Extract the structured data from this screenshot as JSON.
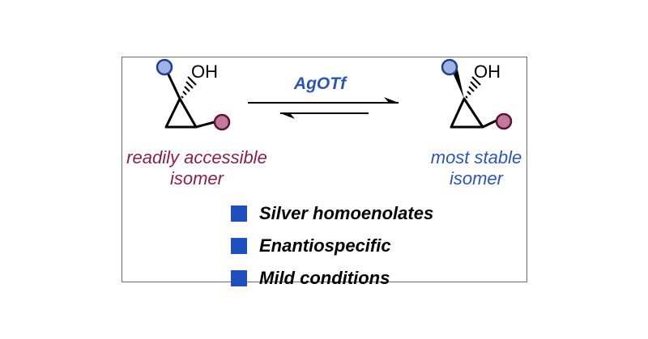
{
  "reagent": "AgOTf",
  "molecule_label": "OH",
  "left_caption": [
    "readily accessible",
    "isomer"
  ],
  "right_caption": [
    "most stable",
    "isomer"
  ],
  "bullets": [
    "Silver homoenolates",
    "Enantiospecific",
    "Mild conditions"
  ],
  "colors": {
    "blue_text": "#2a55b5",
    "maroon_text": "#8a1f4f",
    "blue_circle": "#9fb3e0",
    "maroon_circle": "#c27a9c",
    "bullet_square": "#1f4fbf",
    "frame": "#6b6b6b"
  },
  "icons": [
    "blue-substituent-circle",
    "maroon-substituent-circle",
    "equilibrium-arrows",
    "wedge-bond",
    "hashed-bond"
  ]
}
